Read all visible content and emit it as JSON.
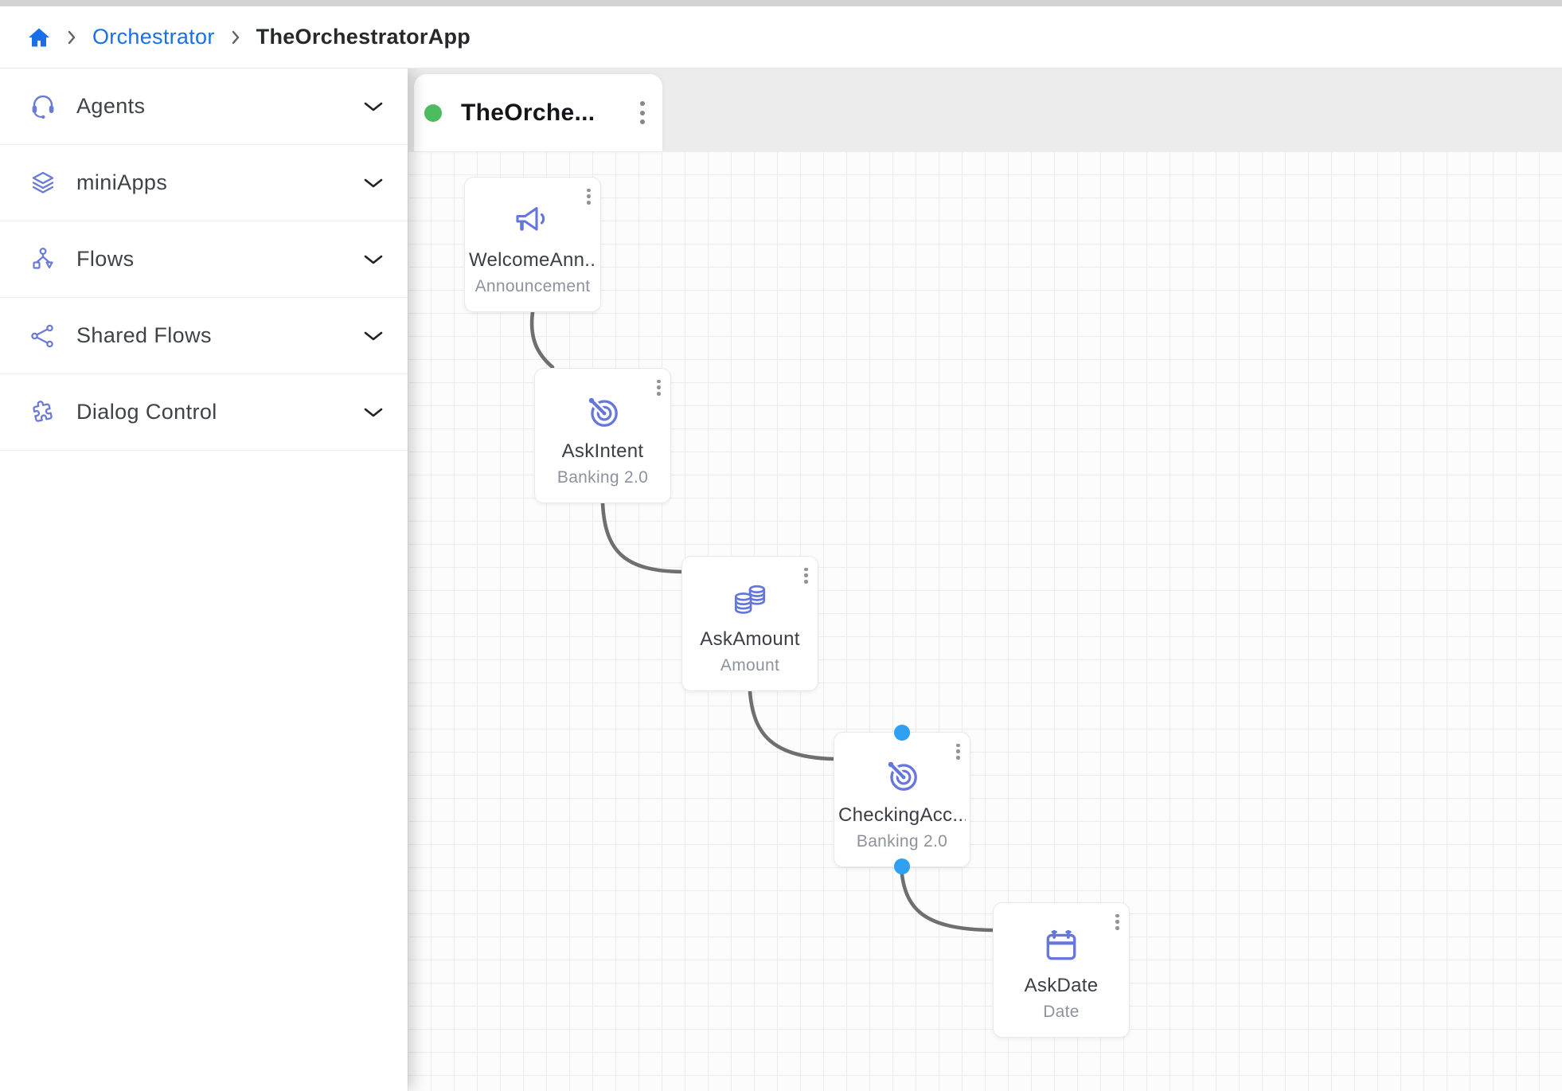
{
  "breadcrumb": {
    "items": [
      {
        "label": "Orchestrator"
      },
      {
        "label": "TheOrchestratorApp"
      }
    ]
  },
  "sidebar": {
    "items": [
      {
        "label": "Agents",
        "icon": "headset-icon"
      },
      {
        "label": "miniApps",
        "icon": "layers-icon"
      },
      {
        "label": "Flows",
        "icon": "flowchart-icon"
      },
      {
        "label": "Shared Flows",
        "icon": "share-icon"
      },
      {
        "label": "Dialog Control",
        "icon": "puzzle-icon"
      }
    ]
  },
  "tab": {
    "label": "TheOrche...",
    "status": "active"
  },
  "canvas": {
    "nodes": [
      {
        "title": "WelcomeAnn...",
        "subtitle": "Announcement",
        "icon": "megaphone-icon"
      },
      {
        "title": "AskIntent",
        "subtitle": "Banking 2.0",
        "icon": "target-icon"
      },
      {
        "title": "AskAmount",
        "subtitle": "Amount",
        "icon": "coins-icon"
      },
      {
        "title": "CheckingAcc...",
        "subtitle": "Banking 2.0",
        "icon": "target-icon"
      },
      {
        "title": "AskDate",
        "subtitle": "Date",
        "icon": "calendar-icon"
      }
    ]
  },
  "colors": {
    "breadcrumb_link": "#1a6fe8",
    "sidebar_icon": "#6b7ad6",
    "node_icon": "#6577dd",
    "status_green": "#4dbb60",
    "handle_blue": "#2f9ff2",
    "connector_gray": "#6f6f6f",
    "tabbar_gray": "#ececec"
  }
}
